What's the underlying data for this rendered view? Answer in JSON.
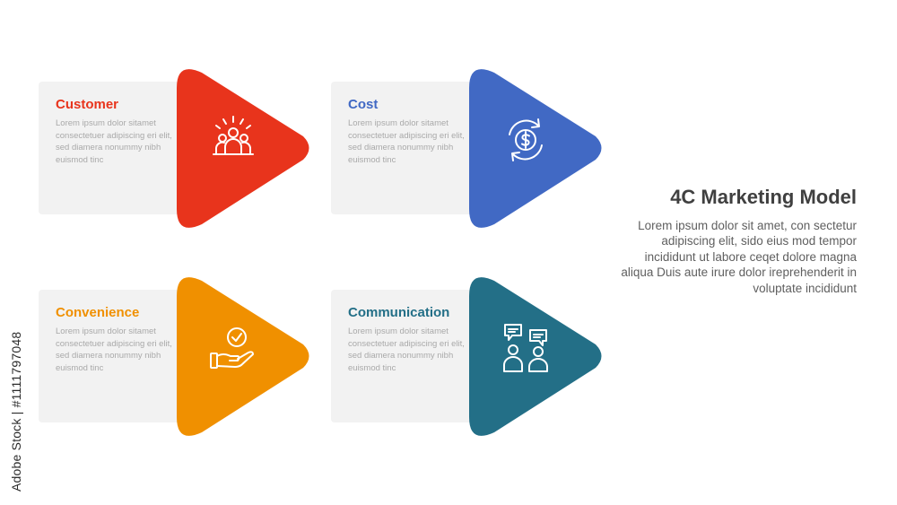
{
  "title": "4C Marketing Model",
  "description": "Lorem ipsum dolor sit amet, con sectetur adipiscing elit, sido eius mod tempor incididunt ut labore ceqet dolore magna aliqua Duis aute irure dolor ireprehenderit in voluptate incididunt",
  "stock_label": "Adobe Stock | #1111797048",
  "items": [
    {
      "title": "Customer",
      "desc": "Lorem ipsum dolor sitamet consectetuer adipiscing eri elit, sed diamera nonummy nibh euismod tinc",
      "color": "#e8341c",
      "icon": "people-group-icon"
    },
    {
      "title": "Cost",
      "desc": "Lorem ipsum dolor sitamet consectetuer adipiscing eri elit, sed diamera nonummy nibh euismod tinc",
      "color": "#4169c4",
      "icon": "dollar-cycle-icon"
    },
    {
      "title": "Convenience",
      "desc": "Lorem ipsum dolor sitamet consectetuer adipiscing eri elit, sed diamera nonummy nibh euismod tinc",
      "color": "#f09000",
      "icon": "hand-check-icon"
    },
    {
      "title": "Communication",
      "desc": "Lorem ipsum dolor sitamet consectetuer adipiscing eri elit, sed diamera nonummy nibh euismod tinc",
      "color": "#236f87",
      "icon": "conversation-icon"
    }
  ]
}
